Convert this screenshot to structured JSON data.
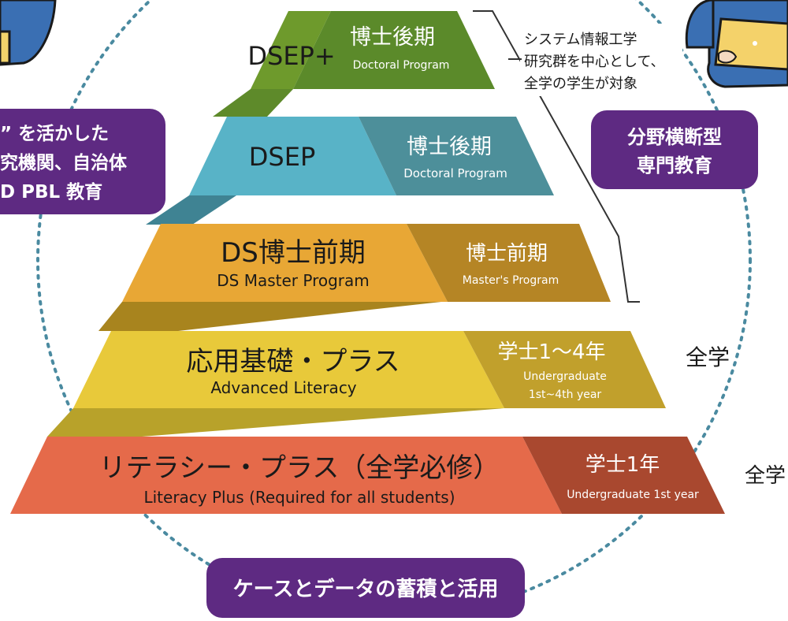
{
  "tiers": [
    {
      "main_title": "DSEP+",
      "sub_title": "博士後期",
      "sub_subtitle": "Doctoral Program",
      "colors": {
        "left": "#6e9a2c",
        "right": "#5b8a2a"
      }
    },
    {
      "main_title": "DSEP",
      "sub_title": "博士後期",
      "sub_subtitle": "Doctoral Program",
      "colors": {
        "left": "#58b3c7",
        "right": "#4d8f9a"
      }
    },
    {
      "main_title": "DS博士前期",
      "main_subtitle": "DS Master Program",
      "sub_title": "博士前期",
      "sub_subtitle": "Master's Program",
      "colors": {
        "left": "#e8a735",
        "right": "#b58525"
      }
    },
    {
      "main_title": "応用基礎・プラス",
      "main_subtitle": "Advanced Literacy",
      "sub_title": "学士1～4年",
      "sub_subtitle": "Undergraduate",
      "sub_subtitle2": "1st~4th year",
      "colors": {
        "left": "#e8c93a",
        "right": "#c1a02c"
      }
    },
    {
      "main_title": "リテラシー・プラス（全学必修）",
      "main_subtitle": "Literacy Plus (Required for all students)",
      "sub_title": "学士1年",
      "sub_subtitle": "Undergraduate 1st year",
      "colors": {
        "left": "#e56a4a",
        "right": "#a9482f"
      }
    }
  ],
  "callouts": {
    "left_box": {
      "line1": "” を活かした",
      "line2": "究機関、自治体",
      "line3": "D PBL 教育"
    },
    "right_box": {
      "line1": "分野横断型",
      "line2": "専門教育"
    },
    "bottom_box": {
      "line1": "ケースとデータの蓄積と活用"
    }
  },
  "annotations": {
    "bracket_note": {
      "line1": "システム情報工学",
      "line2": "研究群を中心として、",
      "line3": "全学の学生が対象"
    },
    "zengaku_1": "全学",
    "zengaku_2": "全学"
  },
  "colors": {
    "accent_purple": "#5e2a82",
    "dashed_circle": "#4a8aa0",
    "text_dark": "#1a1a1a",
    "connector_green": "#5e8a2a",
    "connector_blue": "#3f8393",
    "connector_orange": "#a8841e",
    "connector_yellow": "#b8a22a"
  }
}
